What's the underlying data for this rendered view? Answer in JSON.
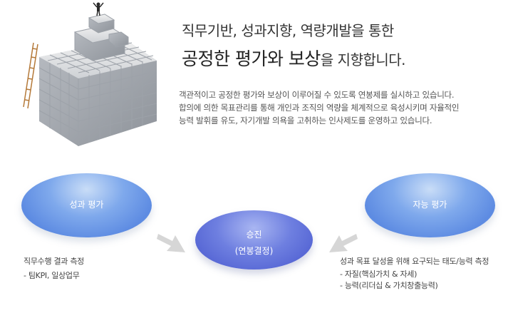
{
  "headline": {
    "line1": "직무기반, 성과지향, 역량개발을 통한",
    "line2_emphasis": "공정한 평가와 보상",
    "line2_rest": "을 지향합니다."
  },
  "description": [
    "객관적이고 공정한 평가와 보상이 이루어질 수 있도록 연봉제를 실시하고 있습니다.",
    "합의에 의한 목표관리를 통해 개인과 조직의 역량을 체계적으로 육성시키며 자율적인",
    "능력 발휘를 유도, 자기개발 의욕을 고취하는 인사제도를 운영하고 있습니다."
  ],
  "diagram": {
    "left": {
      "label": "성과 평가",
      "notes": [
        "직무수행 결과 측정",
        "- 팀KPI, 일상업무"
      ]
    },
    "center": {
      "label": "승진",
      "sub_label": "(연봉결정)"
    },
    "right": {
      "label": "자능 평가",
      "notes": [
        "성과 목표 달성을 위해 요구되는 태도/능력 측정",
        "- 자질(핵심가치 & 자세)",
        "- 능력(리더십 & 가치창출능력)"
      ]
    }
  },
  "colors": {
    "side_ellipse": "#6f9be6",
    "center_ellipse": "#6272dc",
    "arrow": "#d6d6d6"
  }
}
